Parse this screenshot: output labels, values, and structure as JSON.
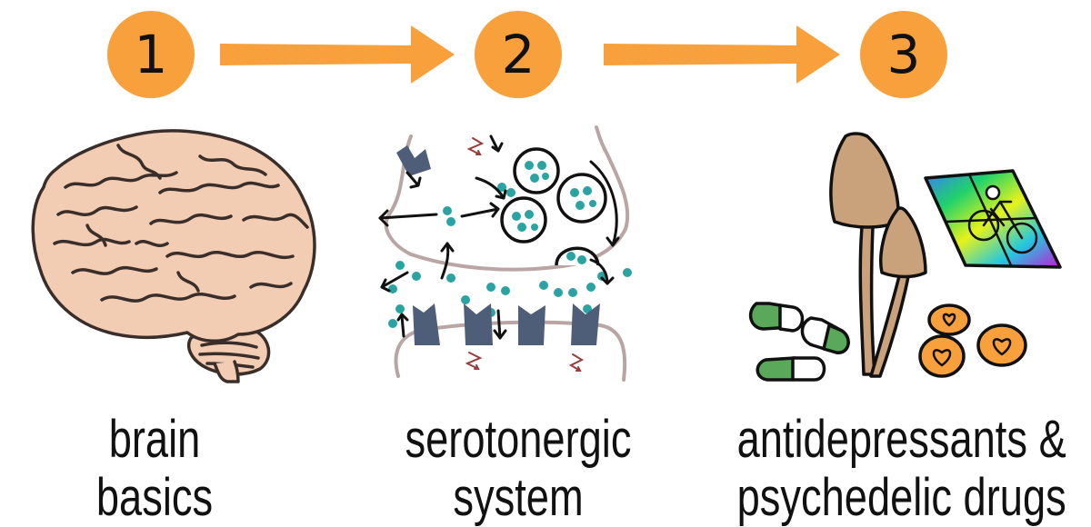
{
  "steps": [
    {
      "number": "1",
      "line1": "brain",
      "line2": "basics"
    },
    {
      "number": "2",
      "line1": "serotonergic",
      "line2": "system"
    },
    {
      "number": "3",
      "line1": "antidepressants &",
      "line2": "psychedelic drugs"
    }
  ],
  "colors": {
    "accent_orange": "#f7a03c",
    "brain_fill": "#f3cdb3",
    "membrane": "#b9a6a4",
    "serotonin_dot": "#2aa3a3",
    "receptor": "#4e5e78",
    "mushroom": "#c9a27c",
    "pill_green": "#5aa85a",
    "candy_orange": "#f7a03c"
  }
}
